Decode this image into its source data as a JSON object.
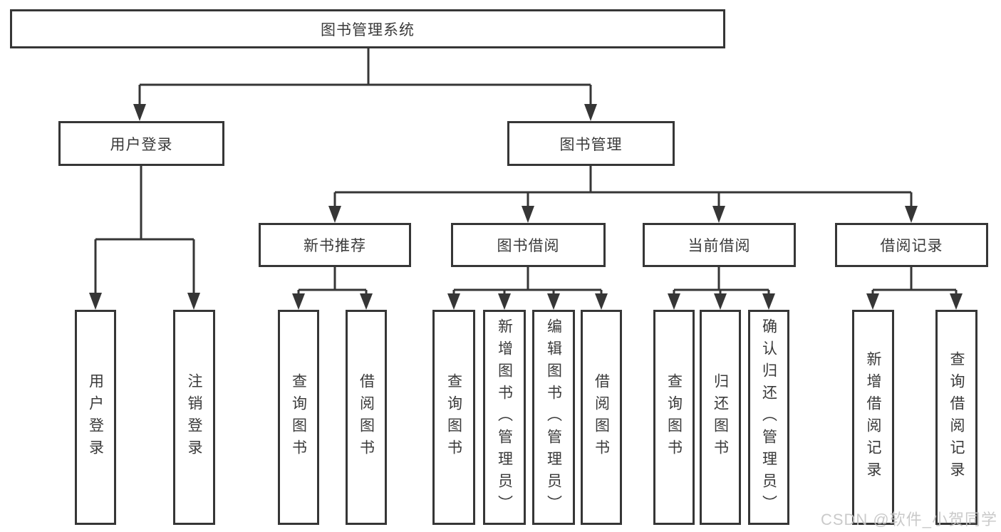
{
  "diagram": {
    "root": {
      "label": "图书管理系统"
    },
    "level2": {
      "user_login": {
        "label": "用户登录"
      },
      "book_management": {
        "label": "图书管理"
      }
    },
    "level3": {
      "new_book_recommend": {
        "label": "新书推荐"
      },
      "book_borrow": {
        "label": "图书借阅"
      },
      "current_borrow": {
        "label": "当前借阅"
      },
      "borrow_records": {
        "label": "借阅记录"
      }
    },
    "leaves": {
      "user_login": {
        "label": "用户登录"
      },
      "logout": {
        "label": "注销登录"
      },
      "recommend_query_book": {
        "label": "查询图书"
      },
      "recommend_borrow_book": {
        "label": "借阅图书"
      },
      "borrow_query_book": {
        "label": "查询图书"
      },
      "borrow_add_book": {
        "label": "新增图书（管理员）"
      },
      "borrow_edit_book": {
        "label": "编辑图书（管理员）"
      },
      "borrow_borrow_book": {
        "label": "借阅图书"
      },
      "current_query_book": {
        "label": "查询图书"
      },
      "current_return_book": {
        "label": "归还图书"
      },
      "current_confirm_return": {
        "label": "确认归还（管理员）"
      },
      "records_add_record": {
        "label": "新增借阅记录"
      },
      "records_query_record": {
        "label": "查询借阅记录"
      }
    }
  },
  "watermark": {
    "text": "CSDN @软件_小贺同学"
  },
  "colors": {
    "line": "#363636",
    "box_border": "#363636",
    "text": "#3a3a3a",
    "background": "#ffffff",
    "watermark": "#c6c6c6"
  }
}
